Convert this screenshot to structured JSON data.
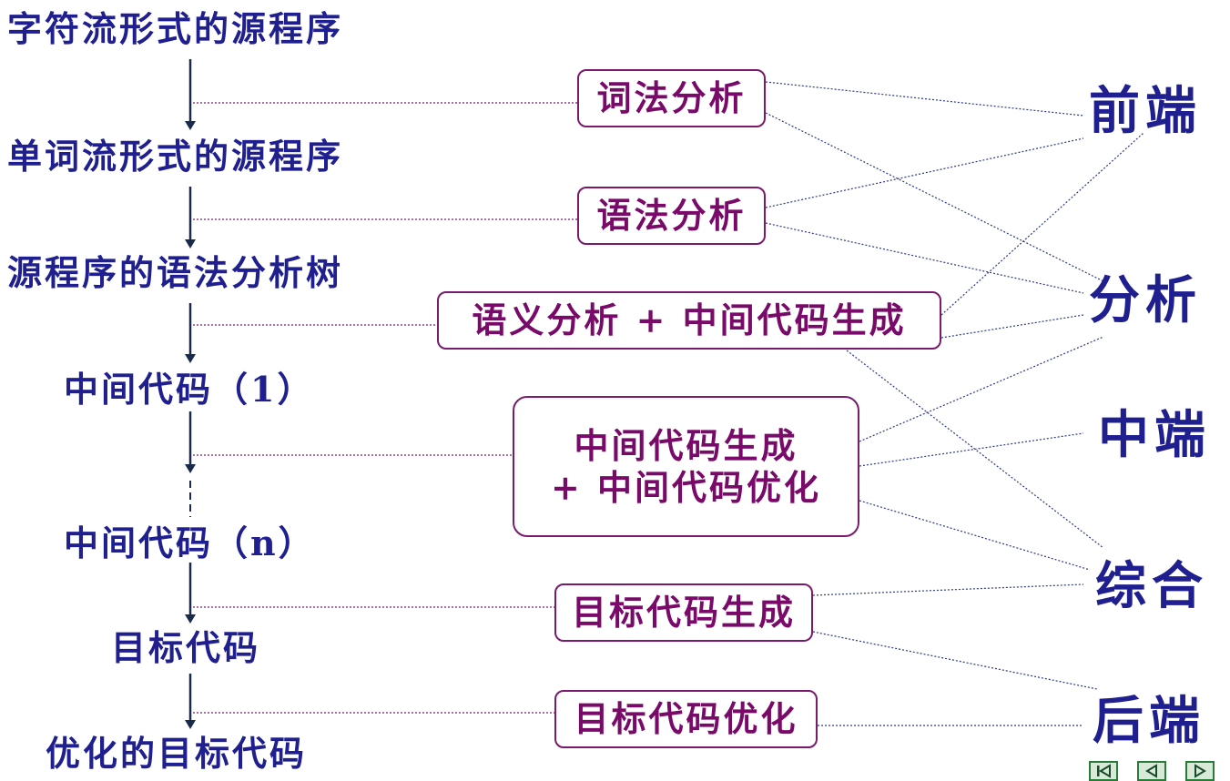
{
  "left_stages": [
    "字符流形式的源程序",
    "单词流形式的源程序",
    "源程序的语法分析树",
    "中间代码（1）",
    "中间代码（n）",
    "目标代码",
    "优化的目标代码"
  ],
  "phases": [
    {
      "lines": [
        "词法分析"
      ]
    },
    {
      "lines": [
        "语法分析"
      ]
    },
    {
      "lines": [
        "语义分析 + 中间代码生成"
      ]
    },
    {
      "lines": [
        "中间代码生成",
        "+ 中间代码优化"
      ]
    },
    {
      "lines": [
        "目标代码生成"
      ]
    },
    {
      "lines": [
        "目标代码优化"
      ]
    }
  ],
  "groups": [
    "前端",
    "分析",
    "中端",
    "综合",
    "后端"
  ],
  "colors": {
    "stage_text": "#1f1f8f",
    "phase_text": "#7a0a6a",
    "phase_border": "#7a1a6e",
    "arrow": "#1a2a4a",
    "connector": "#7a1a6e",
    "group_link": "#2a3a8a",
    "nav_button": "#2a7a3a"
  },
  "nav": [
    "first-page-icon",
    "previous-page-icon",
    "next-page-icon"
  ]
}
